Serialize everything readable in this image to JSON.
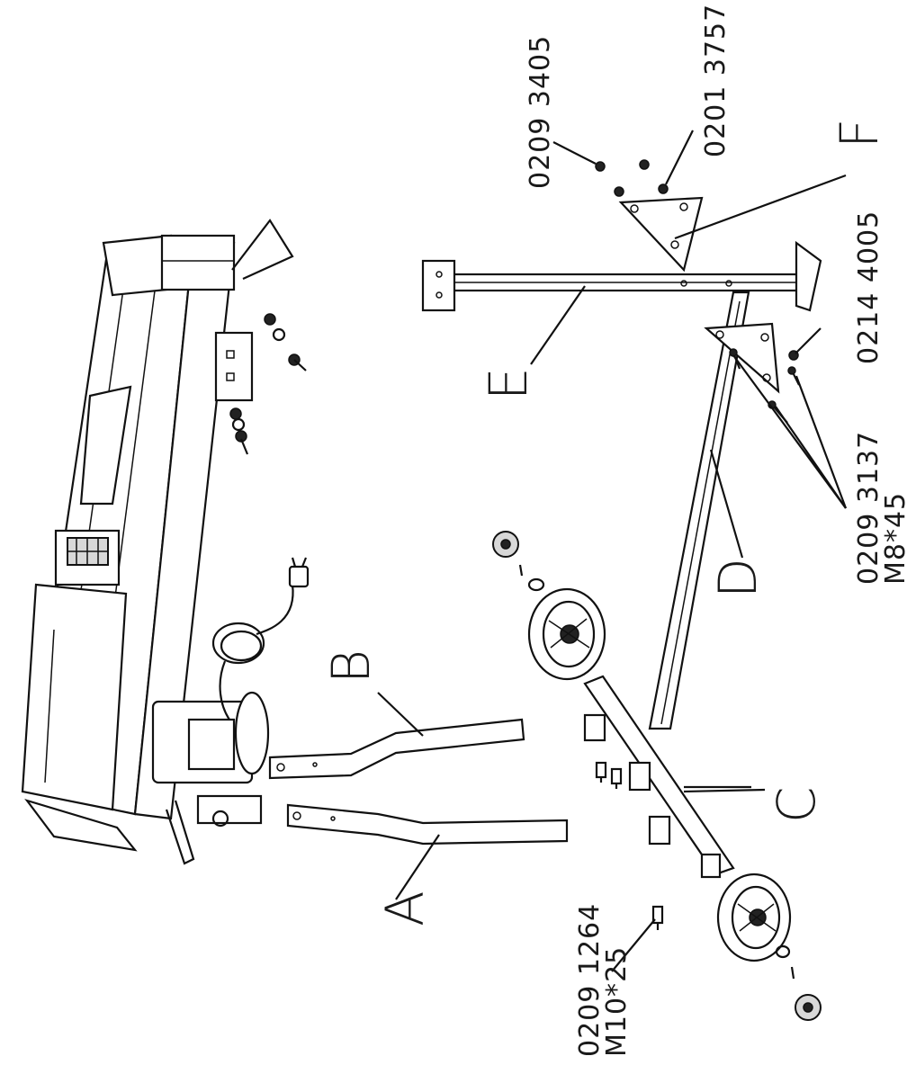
{
  "parts": {
    "A": "A",
    "B": "B",
    "C": "C",
    "D": "D",
    "E": "E",
    "F": "F"
  },
  "callouts": {
    "nut_top": "0209 3405",
    "washer_top": "0201 3757",
    "nut_right": "0214 4005",
    "bolt_right_code": "0209 3137",
    "bolt_right_size": "M8*45",
    "bolt_bottom_code": "0209 1264",
    "bolt_bottom_size": "M10*25"
  }
}
